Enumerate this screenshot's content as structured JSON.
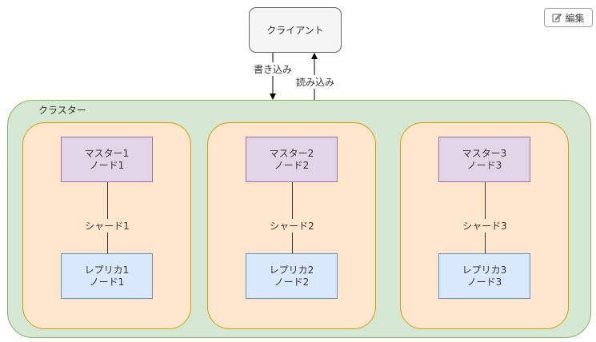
{
  "client": {
    "label": "クライアント"
  },
  "edit_button": {
    "label": "編集",
    "icon": "edit-icon"
  },
  "edges": {
    "write": "書き込み",
    "read": "読み込み"
  },
  "cluster": {
    "label": "クラスター"
  },
  "shards": [
    {
      "label": "シャード1",
      "master": {
        "line1": "マスター1",
        "line2": "ノード1"
      },
      "replica": {
        "line1": "レプリカ1",
        "line2": "ノード1"
      }
    },
    {
      "label": "シャード2",
      "master": {
        "line1": "マスター2",
        "line2": "ノード2"
      },
      "replica": {
        "line1": "レプリカ2",
        "line2": "ノード2"
      }
    },
    {
      "label": "シャード3",
      "master": {
        "line1": "マスター3",
        "line2": "ノード3"
      },
      "replica": {
        "line1": "レプリカ3",
        "line2": "ノード3"
      }
    }
  ],
  "colors": {
    "cluster_fill": "#d5e8d4",
    "cluster_stroke": "#82b366",
    "shard_fill": "#ffe6cc",
    "shard_stroke": "#d79b00",
    "master_fill": "#e1d5e7",
    "master_stroke": "#9673a6",
    "replica_fill": "#dae8fc",
    "replica_stroke": "#6c8ebf",
    "client_fill": "#f5f5f5",
    "client_stroke": "#666666"
  }
}
